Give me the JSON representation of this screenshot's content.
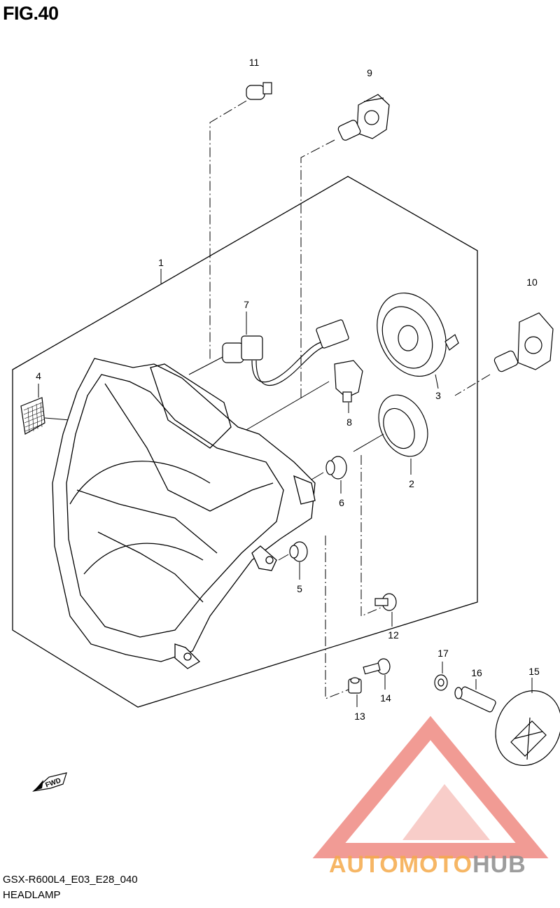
{
  "figure": {
    "title": "FIG.40"
  },
  "parts": [
    {
      "num": "1"
    },
    {
      "num": "2"
    },
    {
      "num": "3"
    },
    {
      "num": "4"
    },
    {
      "num": "5"
    },
    {
      "num": "6"
    },
    {
      "num": "7"
    },
    {
      "num": "8"
    },
    {
      "num": "9"
    },
    {
      "num": "10"
    },
    {
      "num": "11"
    },
    {
      "num": "12"
    },
    {
      "num": "13"
    },
    {
      "num": "14"
    },
    {
      "num": "15"
    },
    {
      "num": "16"
    },
    {
      "num": "17"
    }
  ],
  "fwd_label": "FWD",
  "watermark": {
    "prefix": "AUTOMOTO",
    "suffix": "HUB",
    "prefix_color": "#f4a94a",
    "suffix_color": "#8c8c8c",
    "logo_color": "#ef8a82"
  },
  "footer": {
    "model_code": "GSX-R600L4_E03_E28_040",
    "caption": "HEADLAMP"
  }
}
